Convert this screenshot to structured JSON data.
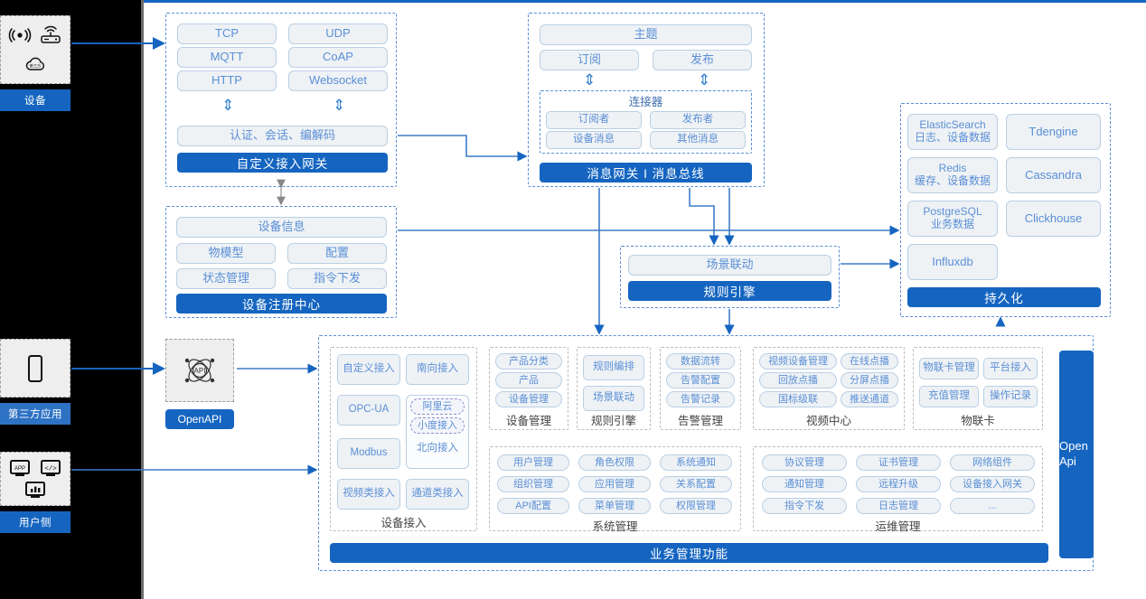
{
  "left_rail": [
    {
      "id": "device",
      "label": "设备",
      "icons": [
        "wifi-signal-icon",
        "router-icon",
        "cloud-icon"
      ]
    },
    {
      "id": "third-party",
      "label": "第三方应用",
      "icons": [
        "mobile-phone-icon"
      ]
    },
    {
      "id": "user-side",
      "label": "用户侧",
      "icons": [
        "app-monitor-icon",
        "code-monitor-icon",
        "chart-monitor-icon"
      ]
    }
  ],
  "openapi": {
    "label": "OpenAPI",
    "icon": "api-atom-icon"
  },
  "access_gateway": {
    "protocols": [
      "TCP",
      "UDP",
      "MQTT",
      "CoAP",
      "HTTP",
      "Websocket"
    ],
    "middle": "认证、会话、编解码",
    "bar": "自定义接入网关"
  },
  "message_bus": {
    "topic": "主题",
    "sub": "订阅",
    "pub": "发布",
    "connector_title": "连接器",
    "connector_items": [
      "订阅者",
      "发布者",
      "设备消息",
      "其他消息"
    ],
    "bar": "消息网关 I 消息总线"
  },
  "registry": {
    "head": "设备信息",
    "items": [
      "物模型",
      "配置",
      "状态管理",
      "指令下发"
    ],
    "bar": "设备注册中心"
  },
  "rule_engine": {
    "head": "场景联动",
    "bar": "规则引擎"
  },
  "persistence": {
    "left": [
      {
        "name": "ElasticSearch",
        "sub": "日志、设备数据"
      },
      {
        "name": "Redis",
        "sub": "缓存、设备数据"
      },
      {
        "name": "PostgreSQL",
        "sub": "业务数据"
      },
      {
        "name": "Influxdb",
        "sub": ""
      }
    ],
    "right": [
      "Tdengine",
      "Cassandra",
      "Clickhouse"
    ],
    "bar": "持久化"
  },
  "business": {
    "bar": "业务管理功能",
    "open_api_bar": "Open Api",
    "device_access": {
      "title": "设备接入",
      "items": [
        "自定义接入",
        "南向接入",
        "OPC-UA",
        "Modbus",
        "视频类接入",
        "通道类接入"
      ],
      "nested": [
        "阿里云",
        "小度接入"
      ],
      "nested_label": "北向接入"
    },
    "groups": [
      {
        "title": "设备管理",
        "items": [
          "产品分类",
          "产品",
          "设备管理"
        ]
      },
      {
        "title": "规则引擎",
        "items": [
          "规则编排",
          "场景联动"
        ]
      },
      {
        "title": "告警管理",
        "items": [
          "数据流转",
          "告警配置",
          "告警记录"
        ]
      },
      {
        "title": "视频中心",
        "items": [
          "视频设备管理",
          "在线点播",
          "回放点播",
          "分屏点播",
          "国标级联",
          "推送通道"
        ]
      },
      {
        "title": "物联卡",
        "items": [
          "物联卡管理",
          "平台接入",
          "充值管理",
          "操作记录"
        ]
      },
      {
        "title": "系统管理",
        "items": [
          "用户管理",
          "角色权限",
          "系统通知",
          "组织管理",
          "应用管理",
          "关系配置",
          "API配置",
          "菜单管理",
          "权限管理"
        ]
      },
      {
        "title": "运维管理",
        "items": [
          "协议管理",
          "证书管理",
          "网络组件",
          "通知管理",
          "远程升级",
          "设备接入网关",
          "指令下发",
          "日志管理",
          "..."
        ]
      }
    ]
  },
  "colors": {
    "brand_blue": "#1565c0",
    "pill_text": "#5b8fd6",
    "pill_fill": "#eef2f5",
    "pill_border": "#b9cfe4",
    "dashed_group": "#5b8fd6",
    "sidebar": "#000000"
  }
}
